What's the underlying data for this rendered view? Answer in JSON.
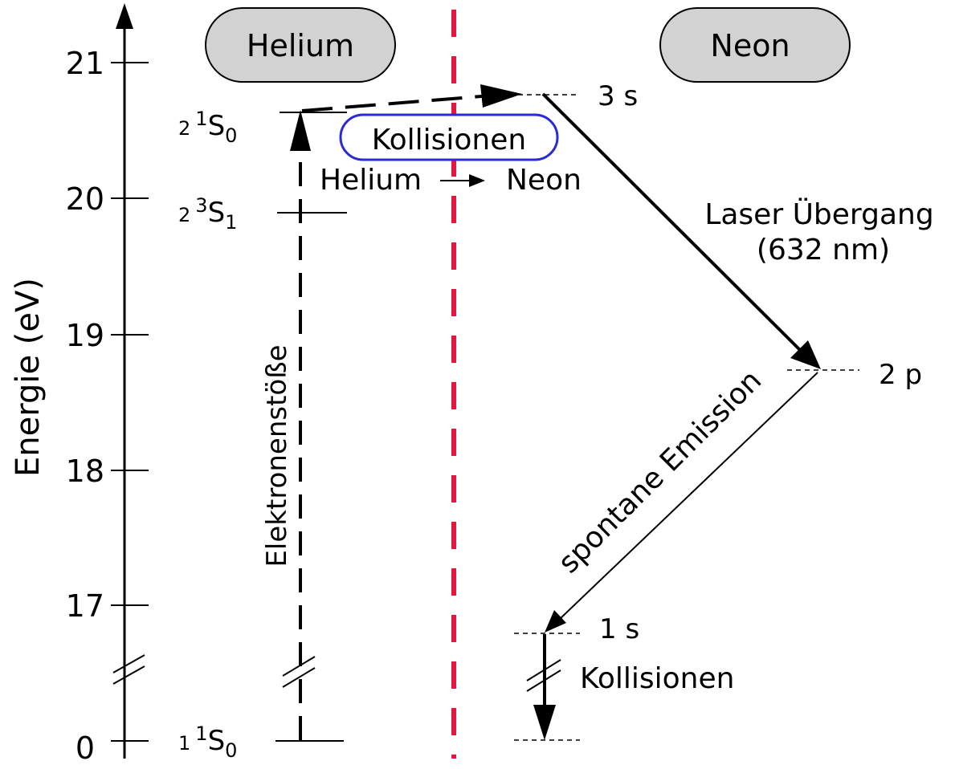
{
  "axis": {
    "label": "Energie (eV)",
    "ticks": [
      "21",
      "20",
      "19",
      "18",
      "17",
      "0"
    ]
  },
  "headers": {
    "helium": "Helium",
    "neon": "Neon"
  },
  "helium_levels": [
    {
      "id": "he-2-1s0",
      "prefix": "2",
      "sup": "1",
      "main": "S",
      "sub": "0"
    },
    {
      "id": "he-2-3s1",
      "prefix": "2",
      "sup": "3",
      "main": "S",
      "sub": "1"
    },
    {
      "id": "he-1-1s0",
      "prefix": "1",
      "sup": "1",
      "main": "S",
      "sub": "0"
    }
  ],
  "neon_levels": [
    "3 s",
    "2 p",
    "1 s"
  ],
  "labels": {
    "collision_box": "Kollisionen",
    "transfer_from": "Helium",
    "transfer_to": "Neon",
    "electron_collisions": "Elektronenstöße",
    "laser_line1": "Laser Übergang",
    "laser_line2": "(632 nm)",
    "spontaneous": "spontane Emission",
    "collisions_bottom": "Kollisionen"
  },
  "colors": {
    "divider": "#e3173f",
    "header_fill": "#d2d2d2",
    "collision_outline": "#2b2bd4"
  }
}
